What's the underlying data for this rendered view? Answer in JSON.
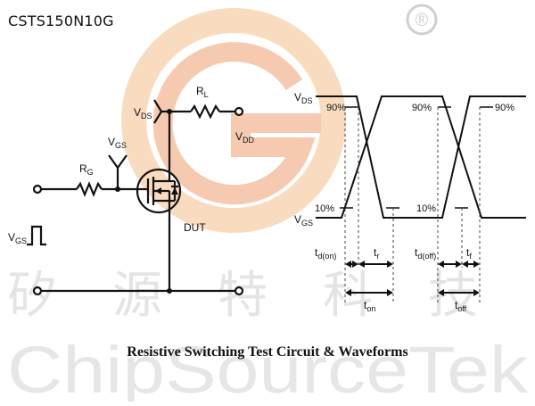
{
  "header": {
    "part_number": "CSTS150N10G"
  },
  "watermark": {
    "registered_mark": "®",
    "chinese_chars": [
      "矽",
      "源",
      "特",
      "科",
      "技"
    ],
    "brand": "ChipSourceTek",
    "logo_colors": {
      "outer": "#f5c18b",
      "inner": "#f0a070"
    }
  },
  "circuit": {
    "vds": {
      "main": "V",
      "sub": "DS"
    },
    "rl": {
      "main": "R",
      "sub": "L"
    },
    "vdd": {
      "main": "V",
      "sub": "DD"
    },
    "vgs": {
      "main": "V",
      "sub": "GS"
    },
    "rg": {
      "main": "R",
      "sub": "G"
    },
    "dut": "DUT",
    "vgs_pulse": {
      "main": "V",
      "sub": "GS"
    }
  },
  "waveforms": {
    "vds": {
      "main": "V",
      "sub": "DS"
    },
    "vgs": {
      "main": "V",
      "sub": "GS"
    },
    "pct90": "90%",
    "pct10": "10%",
    "td_on": {
      "main": "t",
      "sub": "d(on)"
    },
    "tr": {
      "main": "t",
      "sub": "r"
    },
    "td_off": {
      "main": "t",
      "sub": "d(off)"
    },
    "tf": {
      "main": "t",
      "sub": "f"
    },
    "ton": {
      "main": "t",
      "sub": "on"
    },
    "toff": {
      "main": "t",
      "sub": "off"
    }
  },
  "caption": "Resistive Switching Test Circuit & Waveforms"
}
